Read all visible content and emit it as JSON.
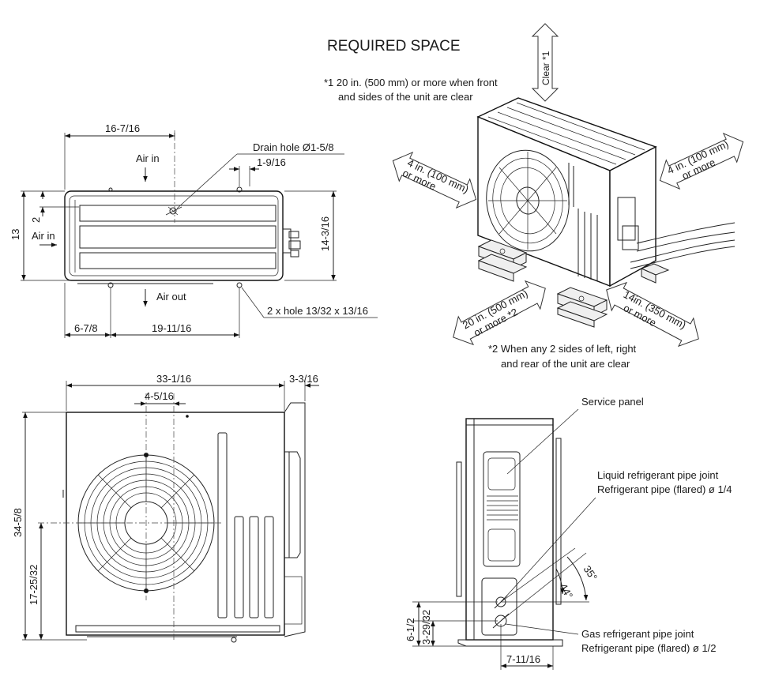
{
  "title": "REQUIRED SPACE",
  "notes": {
    "note1_line1": "*1 20 in. (500 mm) or more when front",
    "note1_line2": "and sides of the unit are clear",
    "note2_line1": "*2 When any 2 sides of left, right",
    "note2_line2": "and rear of the unit are clear"
  },
  "space_arrows": {
    "top": "Clear *1",
    "left_line1": "4 in. (100 mm)",
    "left_line2": "or more",
    "right_line1": "4 in. (100 mm)",
    "right_line2": "or more",
    "front_line1": "20 in. (500 mm)",
    "front_line2": "or more *2",
    "rear_line1": "14in. (350 mm)",
    "rear_line2": "or more"
  },
  "top_view": {
    "dim_width": "16-7/16",
    "drain_hole": "Drain hole  Ø1-5/8",
    "dim_1_9_16": "1-9/16",
    "air_in_top": "Air in",
    "air_in_left": "Air in",
    "air_out": "Air out",
    "dim_13": "13",
    "dim_2": "2",
    "dim_14_3_16": "14-3/16",
    "hole_label": "2 x hole 13/32 x 13/16",
    "dim_6_7_8": "6-7/8",
    "dim_19_11_16": "19-11/16"
  },
  "front_view": {
    "dim_33_1_16": "33-1/16",
    "dim_3_3_16": "3-3/16",
    "dim_4_5_16": "4-5/16",
    "dim_34_5_8": "34-5/8",
    "dim_17_25_32": "17-25/32"
  },
  "side_view": {
    "service_panel": "Service panel",
    "liquid_joint": "Liquid refrigerant pipe joint",
    "liquid_pipe": "Refrigerant pipe (flared) ø 1/4",
    "gas_joint": "Gas refrigerant pipe joint",
    "gas_pipe": "Refrigerant pipe (flared) ø 1/2",
    "angle_35": "35°",
    "angle_44": "44°",
    "dim_6_1_2": "6-1/2",
    "dim_3_29_32": "3-29/32",
    "dim_7_11_16": "7-11/16"
  }
}
